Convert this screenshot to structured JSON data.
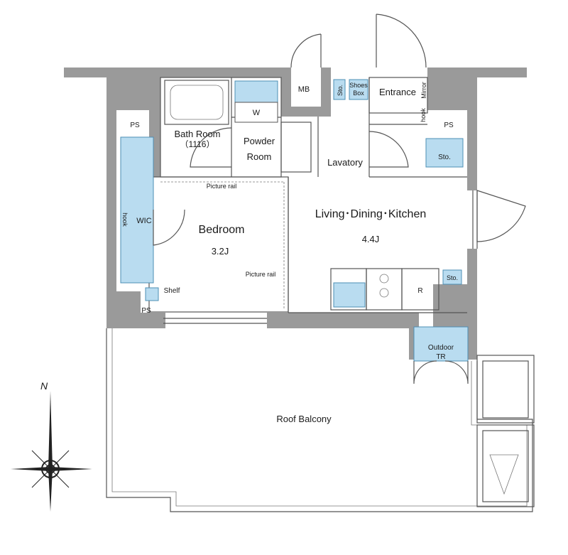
{
  "floor_plan": {
    "rooms": {
      "bath_room": "Bath Room",
      "bath_size": "（1116）",
      "powder_room_line1": "Powder",
      "powder_room_line2": "Room",
      "lavatory": "Lavatory",
      "entrance": "Entrance",
      "bedroom": "Bedroom",
      "bedroom_size": "3.2J",
      "ldk": "Living･Dining･Kitchen",
      "ldk_size": "4.4J",
      "wic": "WIC",
      "roof_balcony": "Roof Balcony",
      "outdoor_tr_line1": "Outdoor",
      "outdoor_tr_line2": "TR"
    },
    "fixtures": {
      "mb": "MB",
      "ps": "PS",
      "w": "W",
      "sto": "Sto.",
      "shoes_box_line1": "Shoes",
      "shoes_box_line2": "Box",
      "mirror": "Mirror",
      "hook": "hook",
      "picture_rail": "Picture rail",
      "shelf": "Shelf",
      "refrigerator": "R"
    },
    "compass": {
      "north": "N"
    },
    "colors": {
      "wall": "#9a9a9a",
      "storage_fill": "#b9dcf0",
      "storage_stroke": "#4d8fb5"
    }
  }
}
